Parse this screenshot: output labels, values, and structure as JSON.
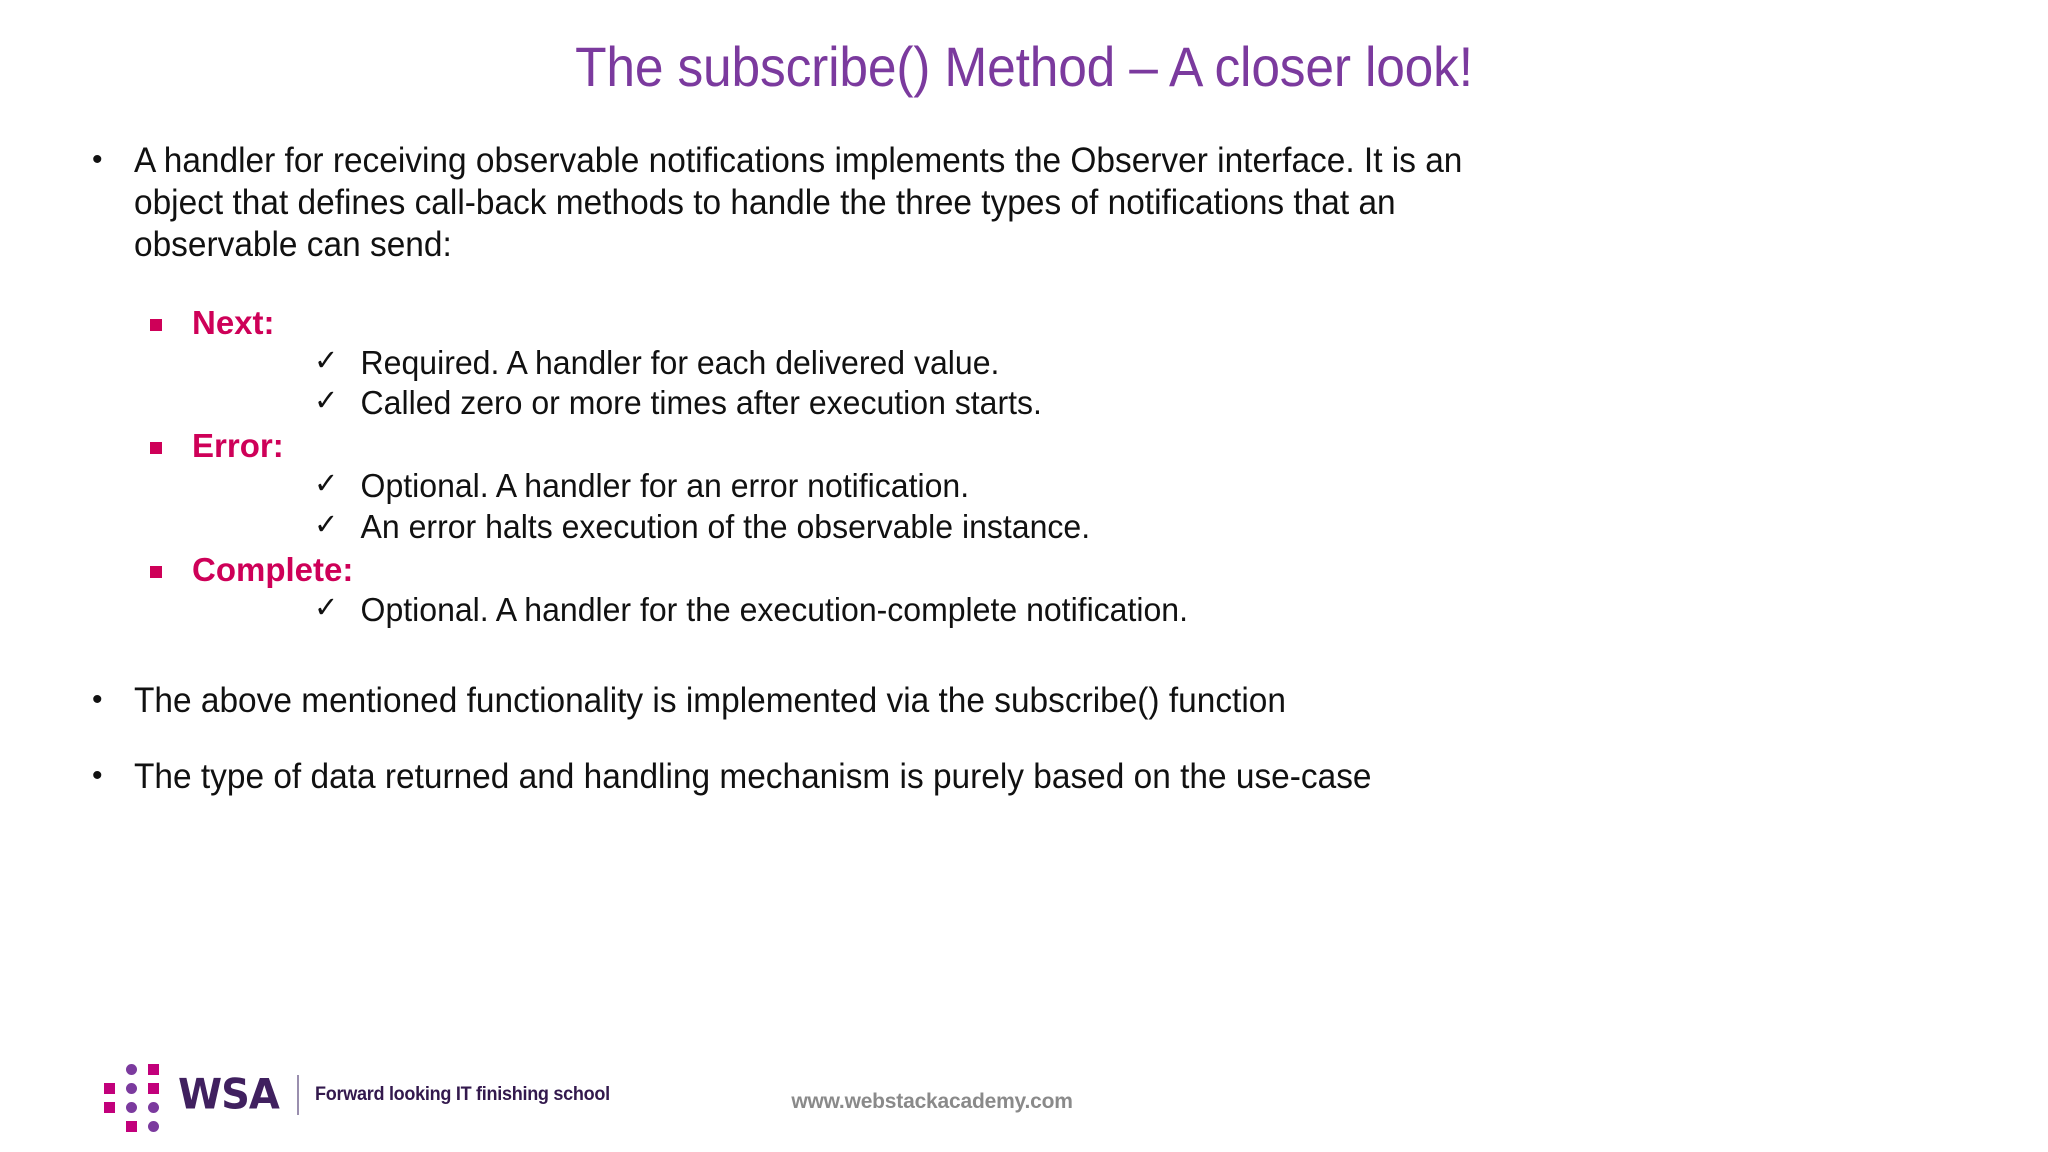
{
  "slide": {
    "title": "The subscribe() Method – A closer look!",
    "title_color": "#7B3A9E",
    "body_color": "#111111",
    "accent_color": "#CE0058",
    "background": "#FFFFFF"
  },
  "intro": {
    "bullet_glyph": "•",
    "text": "A handler for receiving observable notifications implements the Observer interface. It is an object that defines call-back methods to handle the three types of notifications that an observable can send:"
  },
  "groups": [
    {
      "bullet_glyph": "▪",
      "heading": "Next:",
      "items": [
        {
          "check_glyph": "✓",
          "text": "Required. A handler for each delivered value."
        },
        {
          "check_glyph": "✓",
          "text": "Called zero or more times after execution starts."
        }
      ]
    },
    {
      "bullet_glyph": "▪",
      "heading": "Error:",
      "items": [
        {
          "check_glyph": "✓",
          "text": "Optional. A handler for an error notification."
        },
        {
          "check_glyph": "✓",
          "text": "An error halts execution of the observable instance."
        }
      ]
    },
    {
      "bullet_glyph": "▪",
      "heading": "Complete:",
      "items": [
        {
          "check_glyph": "✓",
          "text": "Optional. A handler for the execution-complete notification."
        }
      ]
    }
  ],
  "closing": [
    {
      "bullet_glyph": "•",
      "text": "The above mentioned functionality is implemented via the subscribe() function"
    },
    {
      "bullet_glyph": "•",
      "text": "The type of data returned and handling mechanism is purely based on the use-case"
    }
  ],
  "footer": {
    "logo_name": "WSA",
    "logo_tagline": "Forward looking IT finishing school",
    "website": "www.webstackacademy.com",
    "logo_square_color": "#C2007B",
    "logo_circle_color": "#7B3A9E",
    "logo_text_color": "#40205F",
    "website_color": "#8A8A8A"
  }
}
